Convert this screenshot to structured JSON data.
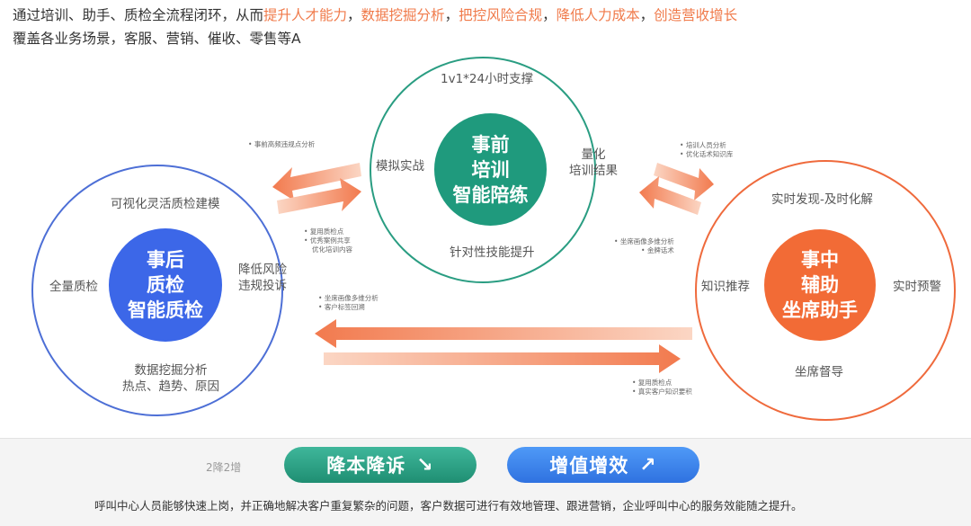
{
  "header": {
    "line1_prefix": "通过培训、助手、质检全流程闭环，从而",
    "line1_h1": "提升人才能力",
    "sep1": "，",
    "line1_h2": "数据挖掘分析",
    "sep2": "，",
    "line1_h3": "把控风险合规",
    "sep3": "，",
    "line1_h4": "降低人力成本",
    "sep4": "，",
    "line1_h5": "创造营收增长",
    "line2": "覆盖各业务场景，客服、营销、催收、零售等A"
  },
  "top_circle": {
    "core": [
      "事前",
      "培训",
      "智能陪练"
    ],
    "label_top": "1v1*24小时支撑",
    "label_left": "模拟实战",
    "label_right_1": "量化",
    "label_right_2": "培训结果",
    "label_bottom": "针对性技能提升"
  },
  "left_circle": {
    "core": [
      "事后",
      "质检",
      "智能质检"
    ],
    "label_top": "可视化灵活质检建模",
    "label_left": "全量质检",
    "label_right_1": "降低风险",
    "label_right_2": "违规投诉",
    "label_bottom_1": "数据挖掘分析",
    "label_bottom_2": "热点、趋势、原因"
  },
  "right_circle": {
    "core": [
      "事中",
      "辅助",
      "坐席助手"
    ],
    "label_top": "实时发现-及时化解",
    "label_left": "知识推荐",
    "label_right": "实时预警",
    "label_bottom": "坐席督导"
  },
  "notes": {
    "upper_left": [
      "事前高频违规点分析"
    ],
    "mid_left": [
      "复用质检点",
      "优秀案例共享"
    ],
    "mid_left_extra": "优化培训内容",
    "upper_right": [
      "培训人员分析",
      "优化话术知识库"
    ],
    "mid_right": [
      "坐席画像多维分析",
      "金牌话术"
    ],
    "center_upper": [
      "坐席画像多维分析",
      "客户标签回溯"
    ],
    "center_lower": [
      "复用质检点",
      "真实客户知识要积"
    ]
  },
  "bottom": {
    "label": "2降2增",
    "pill_reduce": "降本降诉",
    "pill_increase": "增值增效",
    "summary": "呼叫中心人员能够快速上岗，并正确地解决客户重复繁杂的问题，客户数据可进行有效地管理、跟进营销，企业呼叫中心的服务效能随之提升。"
  },
  "colors": {
    "highlight": "#f07a4a",
    "green": "#1f9a7d",
    "blue": "#3c67e8",
    "orange": "#f26b36",
    "arrow": "#f4a27e"
  },
  "icons": {
    "reduce_arrow": "arrow-down-right-icon",
    "increase_arrow": "arrow-up-right-icon"
  }
}
